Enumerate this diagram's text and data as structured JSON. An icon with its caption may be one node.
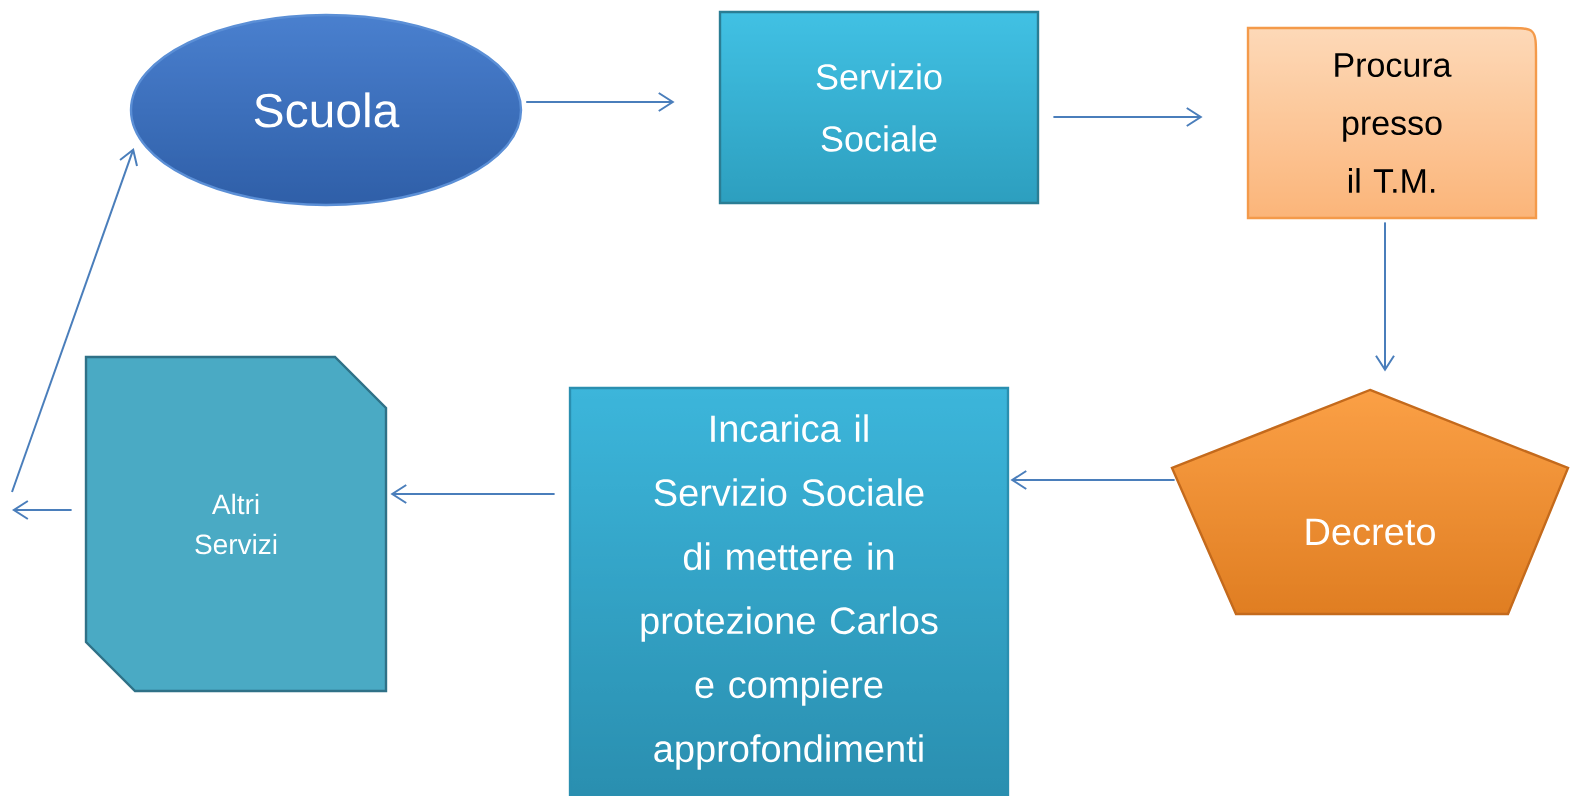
{
  "diagram": {
    "nodes": [
      {
        "text": [
          "Scuola"
        ]
      },
      {
        "text": [
          "Servizio Sociale"
        ]
      },
      {
        "text": [
          "Procura presso il T.M."
        ]
      },
      {
        "text": [
          "Decreto"
        ]
      },
      {
        "text": [
          "Incarica il Servizio Sociale di mettere in protezione Carlos e compiere approfondimenti"
        ]
      },
      {
        "text": [
          "Altri Servizi"
        ]
      }
    ],
    "edges": [
      {
        "from": 0,
        "to": 1,
        "arrow": "to"
      },
      {
        "from": 1,
        "to": 2,
        "arrow": "to"
      },
      {
        "from": 2,
        "to": 3,
        "arrow": "to"
      },
      {
        "from": 3,
        "to": 4,
        "arrow": "to"
      },
      {
        "from": 4,
        "to": 5,
        "arrow": "to"
      },
      {
        "from": 5,
        "to": null,
        "arrow": "to"
      },
      {
        "from": null,
        "to": 0,
        "arrow": "to"
      }
    ]
  }
}
